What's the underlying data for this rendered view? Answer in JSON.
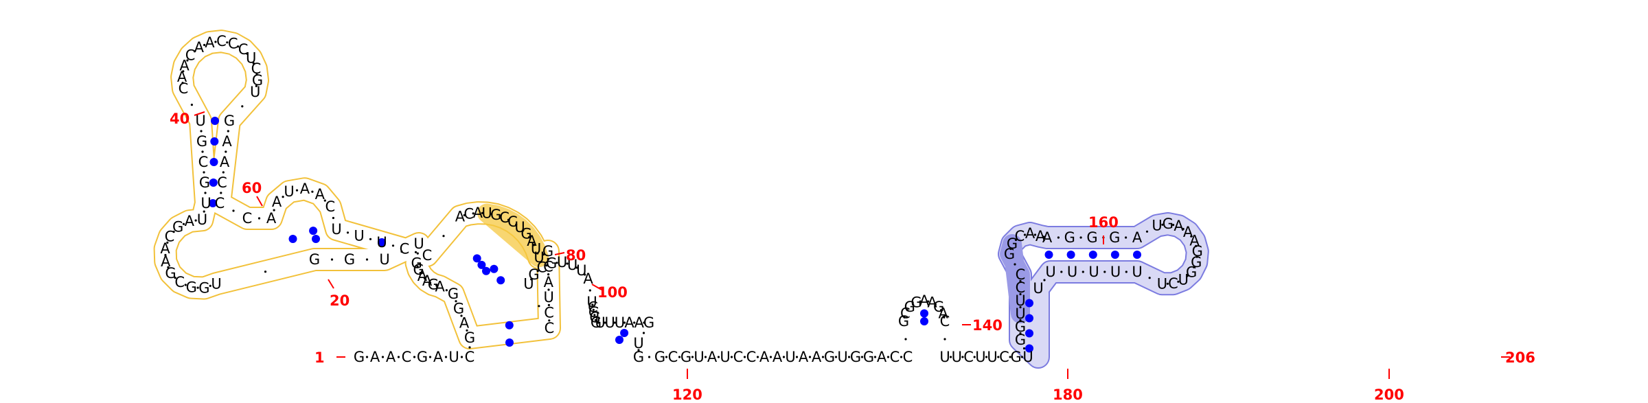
{
  "diagram": {
    "sequence": "GAACGAUCGAGGAGAAGGUUGGUGGCGAACGAUUGCGUCAACAACCCUCGUGAACCCAAUAACUUUCCACAUGCCUGAUUGCAUCCUGCGUUUAUCGGGUUUAAGUGGCGUAUCCAAUAAGUGGACCGCGGAAGACUUCUUCGUGGUUCCGGCAAAGGGAUGAAAGGGUCUUUUUUU",
    "position_labels": [
      "1",
      "20",
      "40",
      "60",
      "80",
      "100",
      "120",
      "140",
      "160",
      "180",
      "200",
      "206"
    ],
    "colors": {
      "base_text": "#000000",
      "pair_dot": "#0000ff",
      "position_label": "#ff0000",
      "tick": "#ff0000",
      "yellow_outline": "#f2c13a",
      "yellow_fill": "#ffffff",
      "yellow_highlight": "#f5c842",
      "blue_outline": "#7b7be0",
      "blue_fill": "#d9d9f5",
      "blue_dark": "#9a9ae6"
    }
  }
}
